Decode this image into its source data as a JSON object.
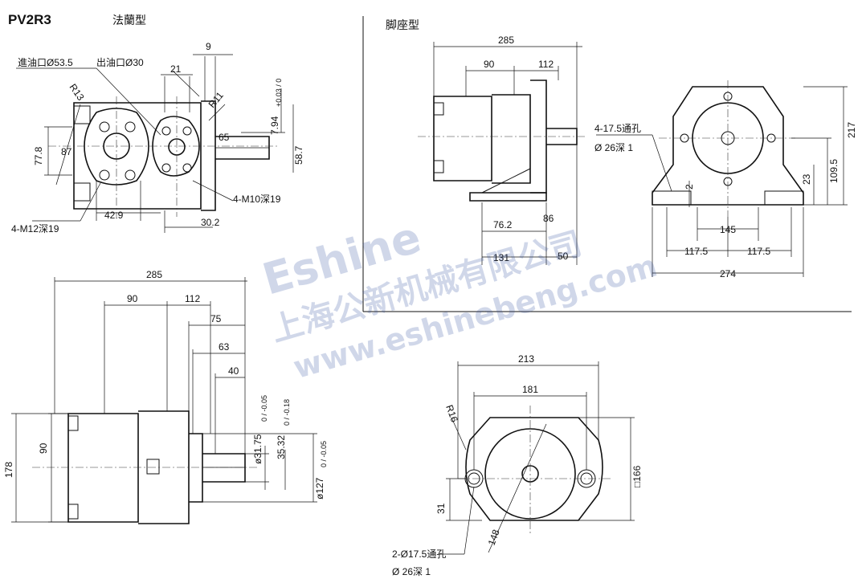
{
  "title": {
    "model": "PV2R3",
    "type": "法蘭型"
  },
  "foot_title": "脚座型",
  "watermark": {
    "brand": "Eshine",
    "company": "上海公新机械有限公司",
    "url": "www.eshinebeng.com",
    "color": "#2d4ea0"
  },
  "flange_end_view": {
    "inlet_label": "進油口Ø53.5",
    "outlet_label": "出油口Ø30",
    "r13": "R13",
    "r11": "R11",
    "d9": "9",
    "d21": "21",
    "d87": "87",
    "d77_8": "77.8",
    "d65": "65",
    "d7_94": "7.94",
    "tol_7_94": "+0.03 / 0",
    "d58_7": "58.7",
    "d42_9": "42.9",
    "d30_2": "30.2",
    "m10": "4-M10深19",
    "m12": "4-M12深19"
  },
  "flange_side_view": {
    "d285": "285",
    "d90": "90",
    "d112": "112",
    "d75": "75",
    "d63": "63",
    "d40": "40",
    "shaft": "ø31.75",
    "shaft_tol": "0 / -0.05",
    "key": "35.32",
    "key_tol": "0 / -0.18",
    "pilot": "ø127",
    "pilot_tol": "0 / -0.05",
    "h90": "90",
    "h178": "178"
  },
  "foot_side_view": {
    "d285": "285",
    "d90": "90",
    "d112": "112",
    "d76_2": "76.2",
    "d86": "86",
    "d131": "131",
    "d50": "50"
  },
  "foot_end_view": {
    "hole": "4-17.5通孔",
    "cbore": "Ø 26深 1",
    "d217": "217",
    "d109_5": "109.5",
    "d23": "23",
    "d2": "2",
    "d145": "145",
    "d117a": "117.5",
    "d117b": "117.5",
    "d274": "274"
  },
  "flange_front_view": {
    "d213": "213",
    "d181": "181",
    "r16": "R16",
    "d166": "□166",
    "d31": "31",
    "d148": "148",
    "hole": "2-Ø17.5通孔",
    "cbore": "Ø 26深 1"
  }
}
